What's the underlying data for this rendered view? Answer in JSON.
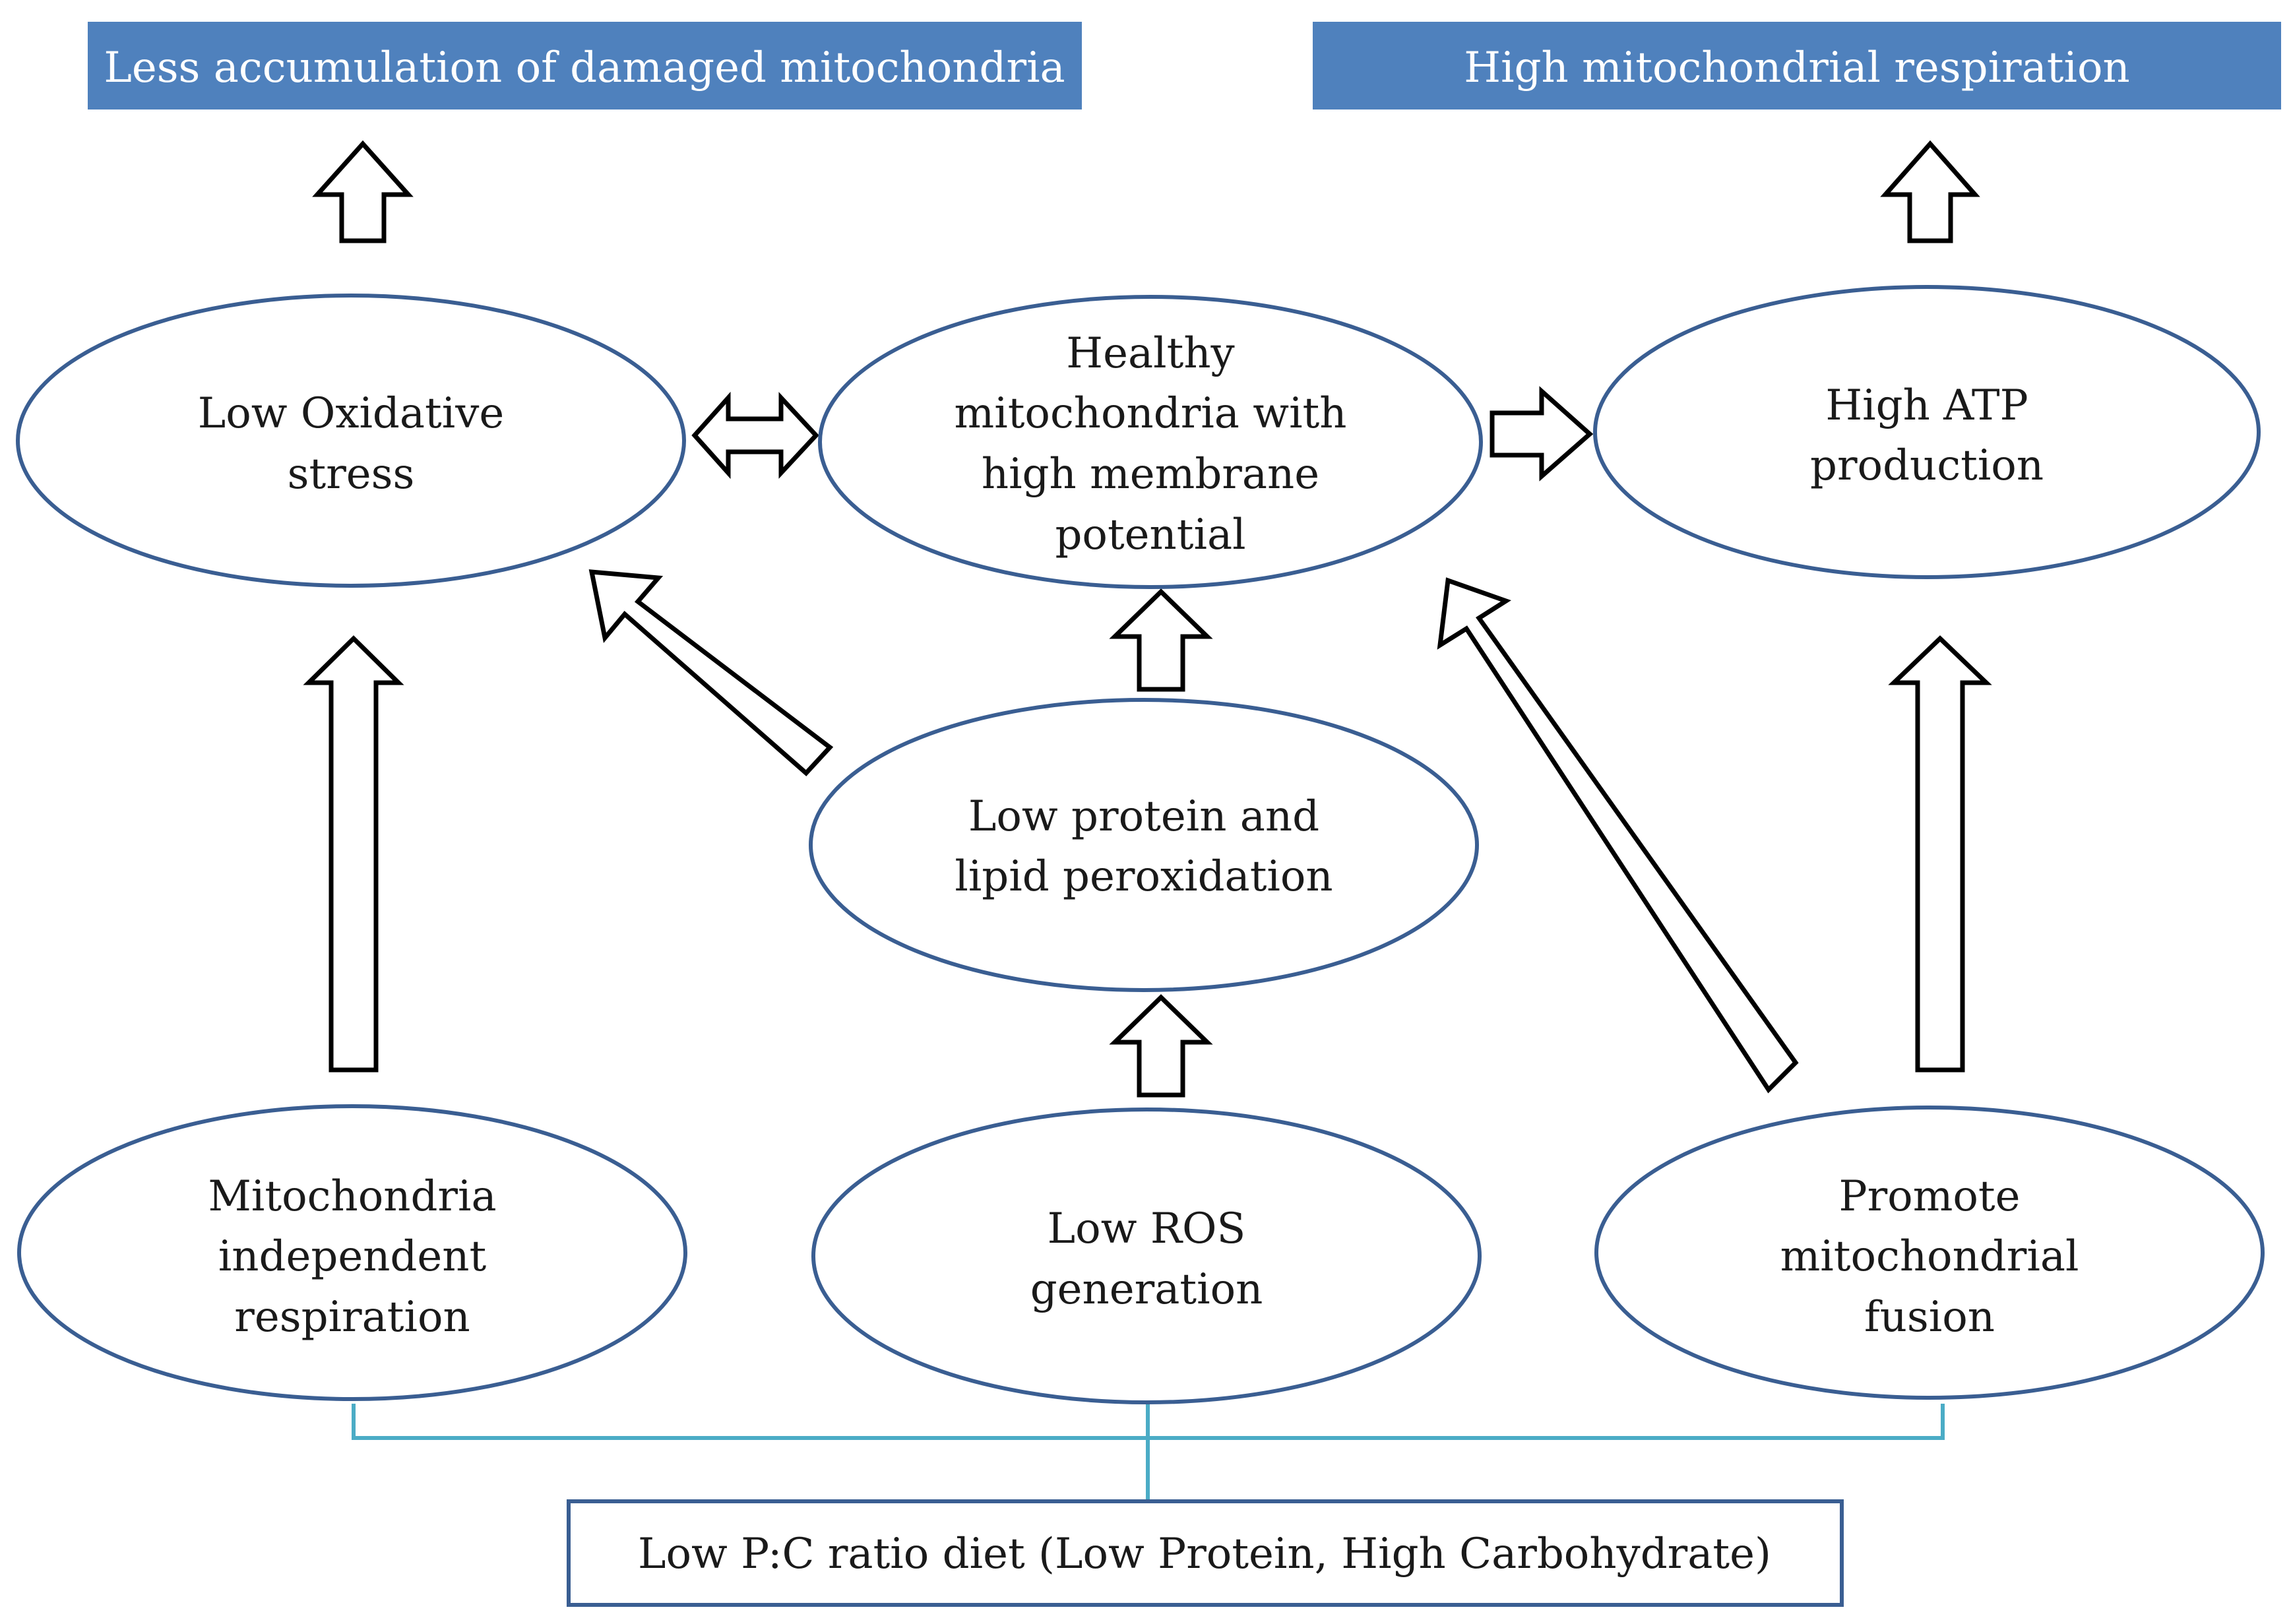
{
  "top_boxes": {
    "left": "Less accumulation of damaged mitochondria",
    "right": "High mitochondrial respiration"
  },
  "nodes": {
    "low_oxidative_stress": [
      "Low Oxidative",
      "stress"
    ],
    "healthy_mitochondria": [
      "Healthy",
      "mitochondria with",
      "high membrane",
      "potential"
    ],
    "high_atp": [
      "High ATP",
      "production"
    ],
    "low_peroxidation": [
      "Low protein and",
      "lipid peroxidation"
    ],
    "mito_independent": [
      "Mitochondria",
      "independent",
      "respiration"
    ],
    "low_ros": [
      "Low ROS",
      "generation"
    ],
    "promote_fusion": [
      "Promote",
      "mitochondrial",
      "fusion"
    ]
  },
  "diet_box": "Low P:C ratio diet (Low Protein, High Carbohydrate)",
  "colors": {
    "header_fill": "#4f81bd",
    "ellipse_stroke": "#3a5e92",
    "connector": "#4bacc6"
  }
}
